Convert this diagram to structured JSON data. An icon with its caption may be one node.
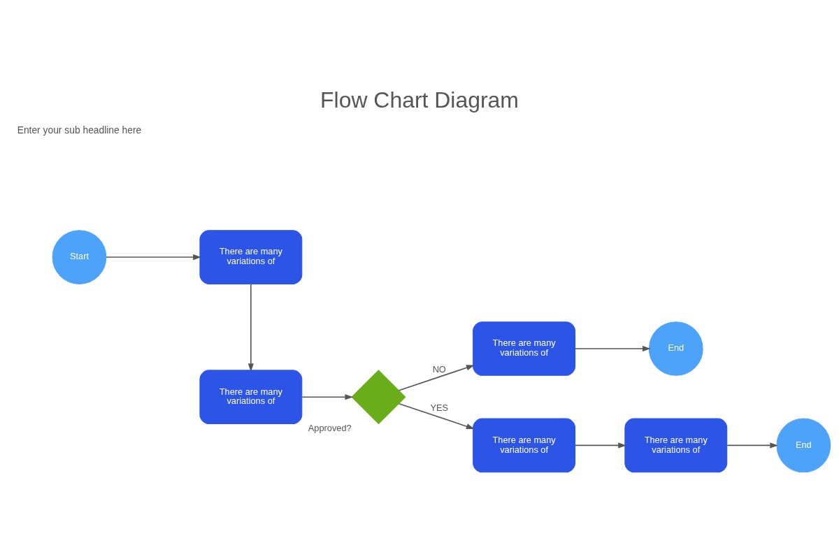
{
  "diagram": {
    "title": "Flow Chart Diagram",
    "nodes": [
      {
        "text": [
          "Start"
        ]
      },
      {
        "text": [
          "There are many variations of"
        ]
      },
      {
        "text": [
          "There are many variations of"
        ]
      },
      {
        "text": [
          "Approved?"
        ]
      },
      {
        "text": [
          "There are many variations of"
        ]
      },
      {
        "text": [
          "End"
        ]
      },
      {
        "text": [
          "There are many variations of"
        ]
      },
      {
        "text": [
          "There are many variations of"
        ]
      },
      {
        "text": [
          "End"
        ]
      }
    ],
    "edges": [
      {
        "from": 0,
        "to": 1,
        "arrow": "to"
      },
      {
        "from": 1,
        "to": 2,
        "arrow": "to"
      },
      {
        "from": 2,
        "to": 3,
        "arrow": "to"
      },
      {
        "from": 3,
        "to": 4,
        "arrow": "to",
        "label": "NO"
      },
      {
        "from": 4,
        "to": 5,
        "arrow": "to"
      },
      {
        "from": 3,
        "to": 6,
        "arrow": "to",
        "label": "YES"
      },
      {
        "from": 6,
        "to": 7,
        "arrow": "to"
      },
      {
        "from": 7,
        "to": 8,
        "arrow": "to"
      }
    ],
    "labels": [
      "Enter your sub headline here"
    ]
  }
}
